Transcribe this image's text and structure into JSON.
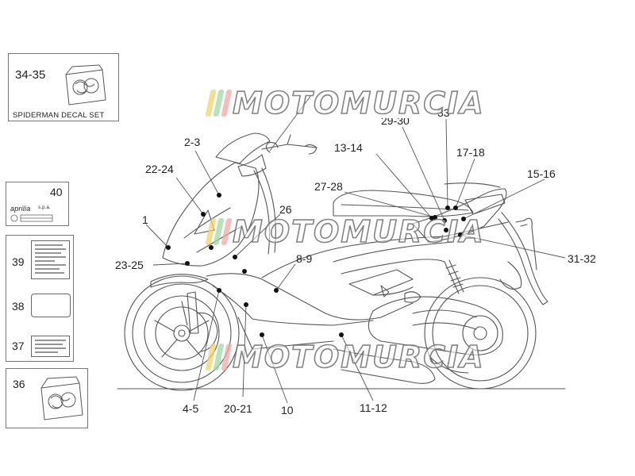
{
  "watermark": {
    "text": "MOTOMURCIA",
    "bar_colors": [
      "#f2d36b",
      "#9fd8a8",
      "#f2a8a8"
    ]
  },
  "decal_set": {
    "number": "34-35",
    "caption": "SPIDERMAN DECAL SET"
  },
  "side_boxes": {
    "brand_plate": {
      "number": "40",
      "brand_text": "aprilia",
      "suffix_text": "s.p.a."
    },
    "label_39": "39",
    "label_38": "38",
    "label_37": "37",
    "decal_36": "36"
  },
  "callouts": [
    "1",
    "2-3",
    "22-24",
    "23-25",
    "26",
    "8-9",
    "27-28",
    "13-14",
    "29-30",
    "33",
    "17-18",
    "15-16",
    "31-32",
    "4-5",
    "20-21",
    "10",
    "11-12"
  ],
  "colors": {
    "line": "#555555",
    "label": "#222222",
    "dot": "#111111"
  }
}
